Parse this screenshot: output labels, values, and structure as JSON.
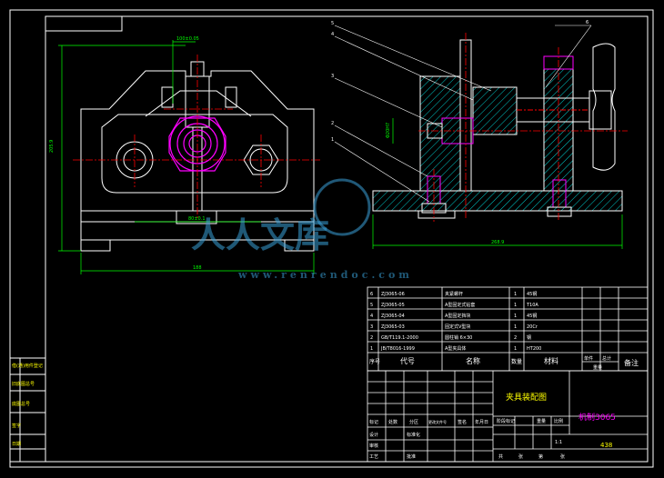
{
  "title_block": {
    "drawing_name": "夹具装配图",
    "class_name": "机制3065",
    "number": "438",
    "scale": "1:1",
    "rows": [
      "设计",
      "审核",
      "工艺",
      "标准化",
      "批准"
    ],
    "header_labels": [
      "标记",
      "处数",
      "分区",
      "更改文件号",
      "签名",
      "年月日"
    ],
    "stage_labels": [
      "阶段标记",
      "重量",
      "比例"
    ],
    "sheet_labels": [
      "共",
      "张",
      "第",
      "张"
    ]
  },
  "bom": {
    "headers": [
      "序号",
      "代号",
      "名称",
      "数量",
      "材料",
      "单件",
      "总计",
      "备注"
    ],
    "headers_sub": [
      "重量"
    ],
    "items": [
      {
        "no": "6",
        "code": "ZJ3065-06",
        "name": "夹紧螺杆",
        "qty": "1",
        "mat": "45钢"
      },
      {
        "no": "5",
        "code": "ZJ3065-05",
        "name": "A型固定式钻套",
        "qty": "1",
        "mat": "T10A"
      },
      {
        "no": "4",
        "code": "ZJ3065-04",
        "name": "A型固定挡块",
        "qty": "1",
        "mat": "45钢"
      },
      {
        "no": "3",
        "code": "ZJ3065-03",
        "name": "固定式V型块",
        "qty": "1",
        "mat": "20Cr"
      },
      {
        "no": "2",
        "code": "GB/T119.1-2000",
        "name": "圆柱销 6×30",
        "qty": "2",
        "mat": "钢"
      },
      {
        "no": "1",
        "code": "JB/T8016-1999",
        "name": "A型夹具体",
        "qty": "1",
        "mat": "HT200"
      }
    ]
  },
  "dimensions": {
    "front_height": "205.9",
    "front_width": "188",
    "front_inner": "80±0.1",
    "front_top": "100±0.05",
    "side_width": "268.9",
    "side_hole": "Φ20H7"
  },
  "left_strip": [
    "借(通)用件登记",
    "旧底图总号",
    "底图总号",
    "签字",
    "日期"
  ],
  "watermark": {
    "text": "人人文库",
    "url": "www.renrendoc.com"
  },
  "colors": {
    "line": "#ffffff",
    "text": "#ffff00",
    "center": "#ff0000",
    "dim": "#00ff00",
    "hatch": "#00ffff",
    "bolt": "#ff00ff"
  }
}
